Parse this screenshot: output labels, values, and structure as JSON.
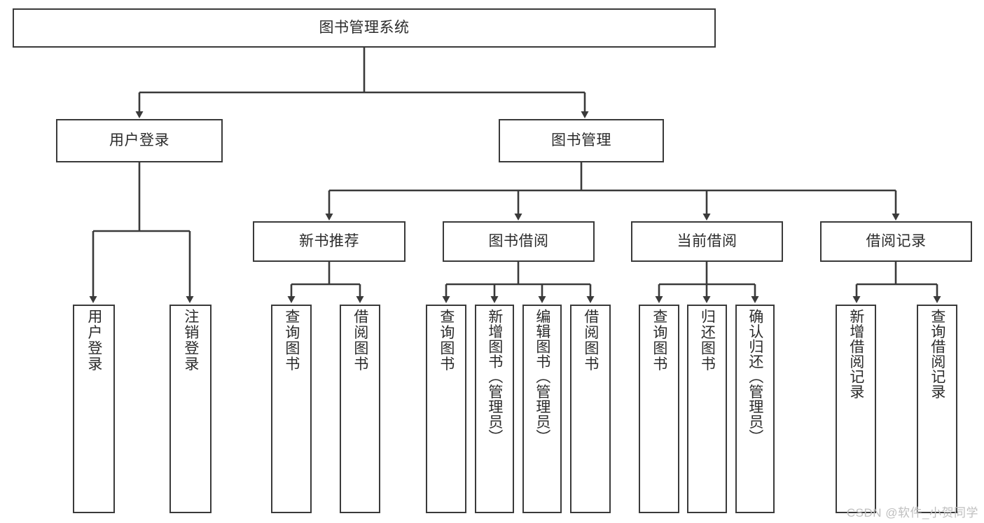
{
  "diagram": {
    "type": "tree-hierarchy",
    "title": "图书管理系统",
    "colors": {
      "box_border": "#3a3a3a",
      "connector": "#3a3a3a",
      "text": "#2b2b2b",
      "background": "#ffffff",
      "watermark": "#bfbfbf"
    },
    "root": {
      "label": "图书管理系统"
    },
    "level2": [
      {
        "label": "用户登录"
      },
      {
        "label": "图书管理"
      }
    ],
    "level3": [
      {
        "label": "新书推荐"
      },
      {
        "label": "图书借阅"
      },
      {
        "label": "当前借阅"
      },
      {
        "label": "借阅记录"
      }
    ],
    "leaves": {
      "user_login": [
        {
          "label": "用户登录"
        },
        {
          "label": "注销登录"
        }
      ],
      "new_book_recommend": [
        {
          "label": "查询图书"
        },
        {
          "label": "借阅图书"
        }
      ],
      "book_borrow": [
        {
          "label": "查询图书"
        },
        {
          "label": "新增图书（管理员）"
        },
        {
          "label": "编辑图书（管理员）"
        },
        {
          "label": "借阅图书"
        }
      ],
      "current_borrow": [
        {
          "label": "查询图书"
        },
        {
          "label": "归还图书"
        },
        {
          "label": "确认归还（管理员）"
        }
      ],
      "borrow_records": [
        {
          "label": "新增借阅记录"
        },
        {
          "label": "查询借阅记录"
        }
      ]
    }
  },
  "watermark": {
    "text": "CSDN @软件_小贺同学"
  }
}
